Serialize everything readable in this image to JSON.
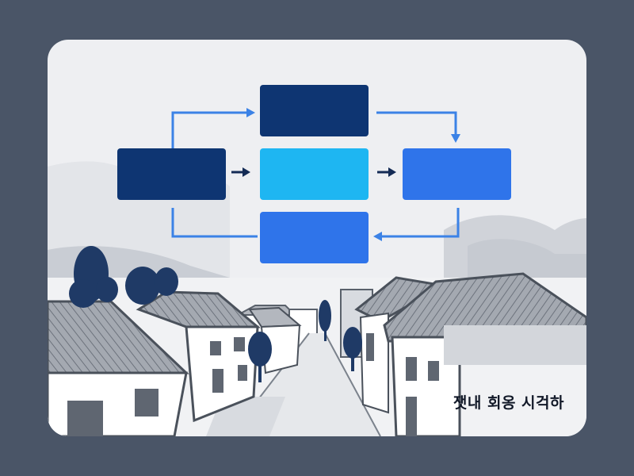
{
  "caption": "잿내 회옹 시걱하",
  "colors": {
    "page_background": "#4a5567",
    "card_background": "#eeeff2",
    "box_dark_navy": "#0e3572",
    "box_cyan": "#1eb6f2",
    "box_blue": "#2f74ea",
    "arrow_blue": "#3b82e6",
    "arrow_dark": "#142b55",
    "roof_gray": "#9ea3ab",
    "tree_navy": "#1f3a66"
  },
  "flow_diagram": {
    "boxes": [
      {
        "id": "left",
        "color": "box_dark_navy"
      },
      {
        "id": "top",
        "color": "box_dark_navy"
      },
      {
        "id": "center",
        "color": "box_cyan"
      },
      {
        "id": "right",
        "color": "box_blue"
      },
      {
        "id": "bottom",
        "color": "box_blue"
      }
    ],
    "arrows": [
      {
        "from": "left",
        "to": "top",
        "style": "elbow"
      },
      {
        "from": "top",
        "to": "right",
        "style": "elbow"
      },
      {
        "from": "left",
        "to": "center",
        "style": "straight"
      },
      {
        "from": "center",
        "to": "right",
        "style": "straight"
      },
      {
        "from": "right",
        "to": "bottom",
        "style": "elbow"
      },
      {
        "from": "left",
        "to": "bottom",
        "style": "line"
      }
    ]
  },
  "scene": {
    "illustration": "village-street-with-traditional-roof-houses-and-trees"
  }
}
